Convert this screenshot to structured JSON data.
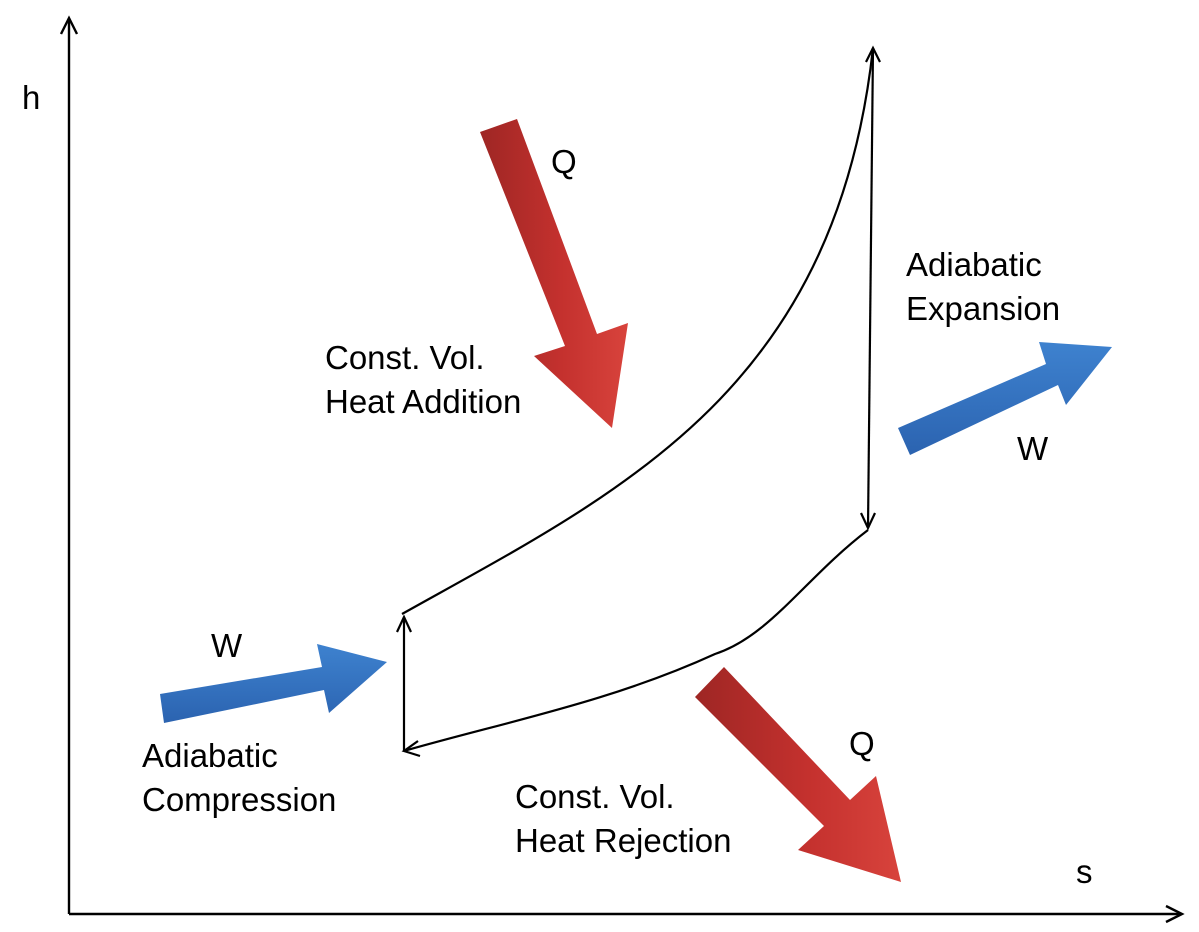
{
  "axes": {
    "y_label": "h",
    "x_label": "s"
  },
  "labels": {
    "heat_in": "Q",
    "heat_out": "Q",
    "work_in": "W",
    "work_out": "W",
    "heat_addition": [
      "Const. Vol.",
      "Heat Addition"
    ],
    "heat_rejection": [
      "Const. Vol.",
      "Heat Rejection"
    ],
    "compression": [
      "Adiabatic",
      "Compression"
    ],
    "expansion": [
      "Adiabatic",
      "Expansion"
    ]
  },
  "colors": {
    "heat_arrow": "#c0312f",
    "work_arrow": "#2f6fbf",
    "line": "#000000"
  }
}
